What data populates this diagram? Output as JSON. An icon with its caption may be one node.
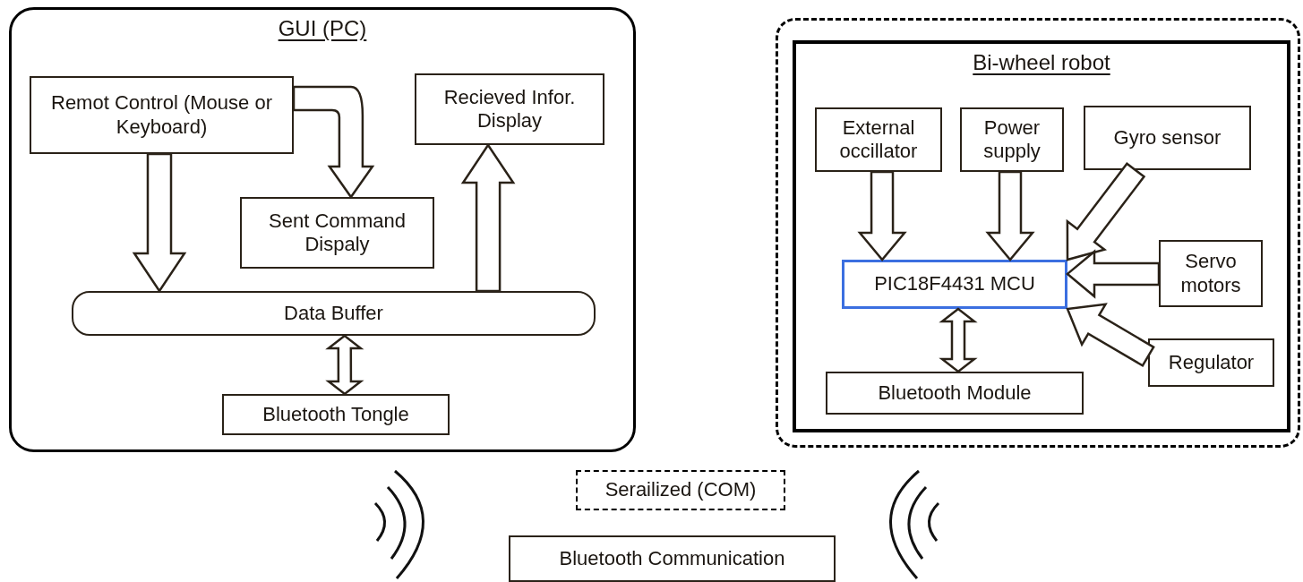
{
  "diagram": {
    "nodes": [
      {
        "text": [
          "GUI (PC)"
        ]
      },
      {
        "text": [
          "Remot Control (Mouse or Keyboard)"
        ],
        "in": 0
      },
      {
        "text": [
          "Recieved Infor. Display"
        ],
        "in": 0
      },
      {
        "text": [
          "Sent Command Dispaly"
        ],
        "in": 0
      },
      {
        "text": [
          "Data Buffer"
        ],
        "in": 0
      },
      {
        "text": [
          "Bluetooth Tongle"
        ],
        "in": 0
      },
      {
        "text": [],
        "shape": "box"
      },
      {
        "text": [
          "Bi-wheel robot"
        ],
        "in": 6
      },
      {
        "text": [
          "External occillator"
        ],
        "in": 7
      },
      {
        "text": [
          "Power supply"
        ],
        "in": 7
      },
      {
        "text": [
          "Gyro sensor"
        ],
        "in": 7
      },
      {
        "text": [
          "PIC18F4431 MCU"
        ],
        "in": 7
      },
      {
        "text": [
          "Servo motors"
        ],
        "in": 7
      },
      {
        "text": [
          "Regulator"
        ],
        "in": 7
      },
      {
        "text": [
          "Bluetooth Module"
        ],
        "in": 7
      },
      {
        "text": [
          "Serailized (COM)"
        ]
      },
      {
        "text": [
          "Bluetooth Communication"
        ]
      }
    ],
    "edges": [
      {
        "from": 1,
        "to": 4,
        "arrow": "to"
      },
      {
        "from": 1,
        "to": 3,
        "arrow": "to"
      },
      {
        "from": 4,
        "to": 2,
        "arrow": "to"
      },
      {
        "from": 4,
        "to": 5,
        "arrow": "both"
      },
      {
        "from": 8,
        "to": 11,
        "arrow": "to"
      },
      {
        "from": 9,
        "to": 11,
        "arrow": "to"
      },
      {
        "from": 10,
        "to": 11,
        "arrow": "to"
      },
      {
        "from": 12,
        "to": 11,
        "arrow": "to"
      },
      {
        "from": 13,
        "to": 11,
        "arrow": "to"
      },
      {
        "from": 11,
        "to": 14,
        "arrow": "both"
      }
    ]
  }
}
